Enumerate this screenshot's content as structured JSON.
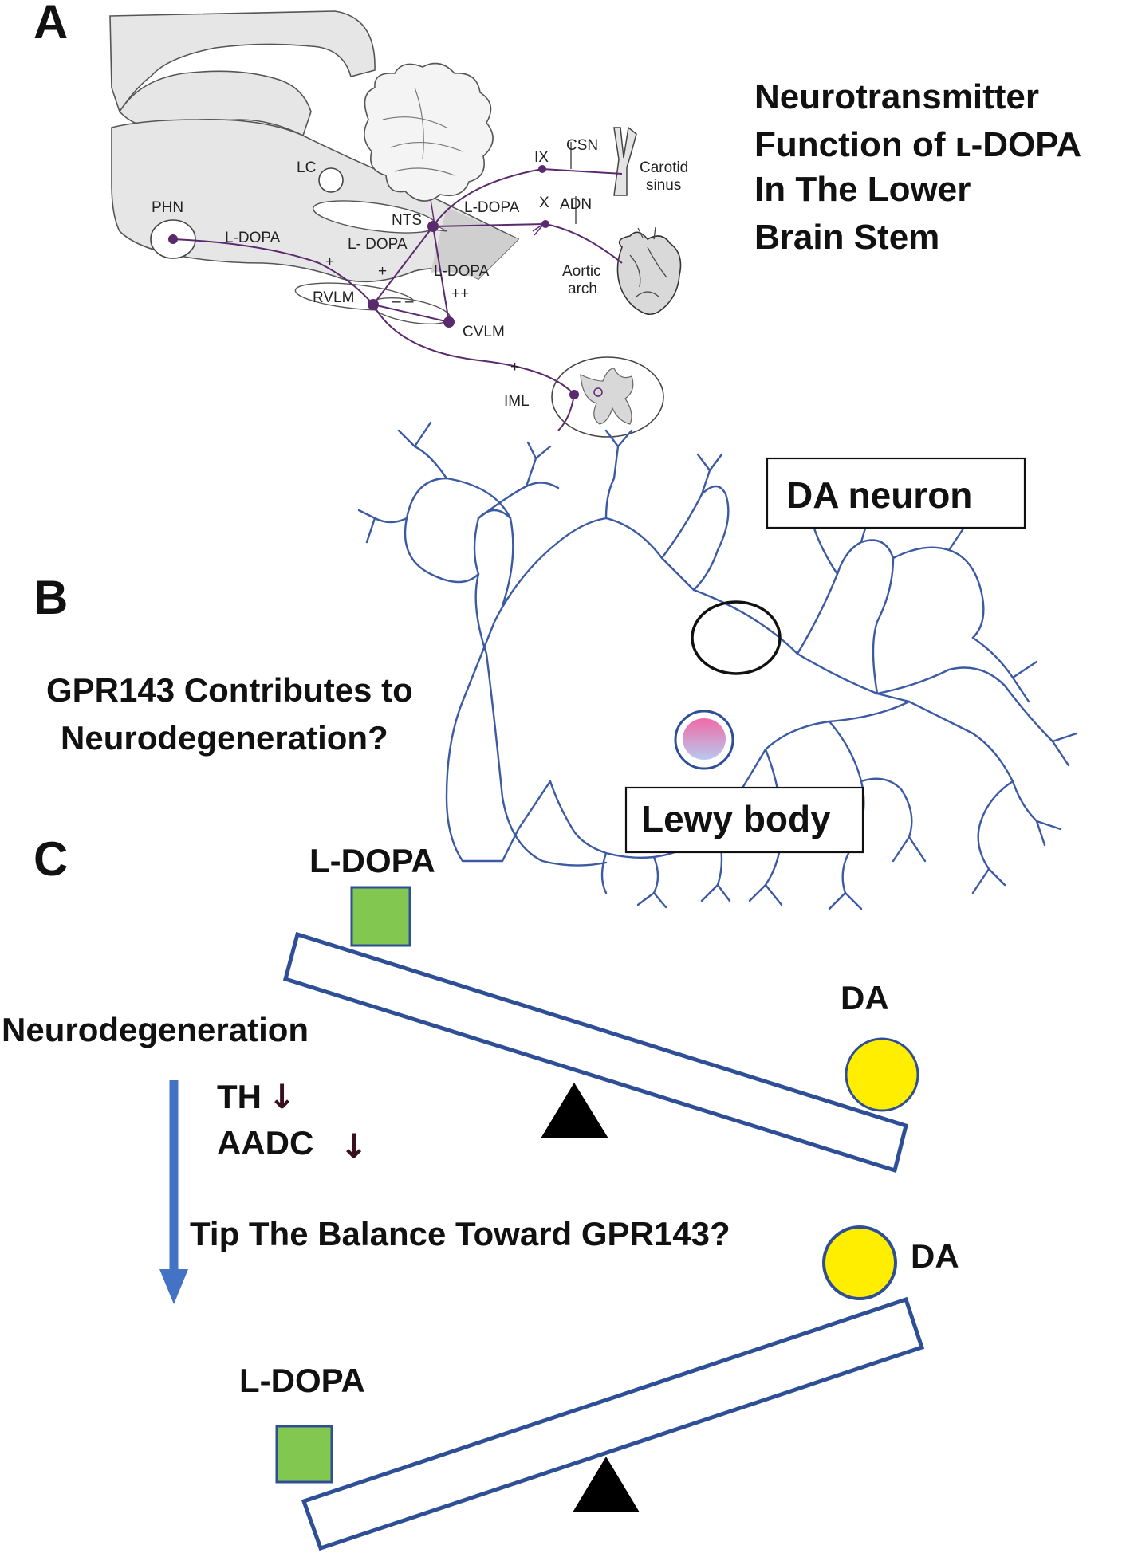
{
  "panel_a": {
    "letter": "A",
    "title_lines": [
      "Neurotransmitter",
      "Function of ʟ-DOPA",
      "In The Lower",
      "Brain Stem"
    ],
    "labels": {
      "lc": "LC",
      "phn": "PHN",
      "nts": "NTS",
      "rvlm": "RVLM",
      "cvlm": "CVLM",
      "iml": "IML",
      "ix": "IX",
      "x": "X",
      "csn": "CSN",
      "adn": "ADN",
      "carotid_1": "Carotid",
      "carotid_2": "sinus",
      "aortic_1": "Aortic",
      "aortic_2": "arch",
      "ldopa_phn": "L-DOPA",
      "ldopa_nts_upper": "L-DOPA",
      "ldopa_nts_left": "L- DOPA",
      "ldopa_cvlm": "L-DOPA"
    },
    "signs": {
      "plus_1": "+",
      "plus_2": "+",
      "minus_minus": "– –",
      "plus_plus": "++",
      "plus_3": "+"
    },
    "colors": {
      "pathway": "#5b2a6e",
      "brain_fill": "#e6e6e6",
      "brain_stroke": "#555555"
    }
  },
  "panel_b": {
    "letter": "B",
    "question_lines": [
      "GPR143 Contributes to",
      "Neurodegeneration?"
    ],
    "neuron_label": "DA neuron",
    "lewy_label": "Lewy body",
    "colors": {
      "neuron": "#3b5aa3",
      "lewy_top": "#f06aa8",
      "lewy_bottom": "#b9c8ee"
    }
  },
  "panel_c": {
    "letter": "C",
    "ldopa_top": "L-DOPA",
    "da_top": "DA",
    "neurodegeneration": "Neurodegeneration",
    "th": "TH",
    "th_arrow": "↓",
    "aadc": "AADC",
    "aadc_arrow": "↓",
    "tip": "Tip The Balance Toward GPR143?",
    "da_bottom": "DA",
    "ldopa_bottom": "L-DOPA",
    "colors": {
      "beam_stroke": "#2e4f96",
      "ldopa_fill": "#82c750",
      "da_fill": "#ffee00",
      "arrow": "#4472c4",
      "fulcrum": "#000000"
    }
  }
}
